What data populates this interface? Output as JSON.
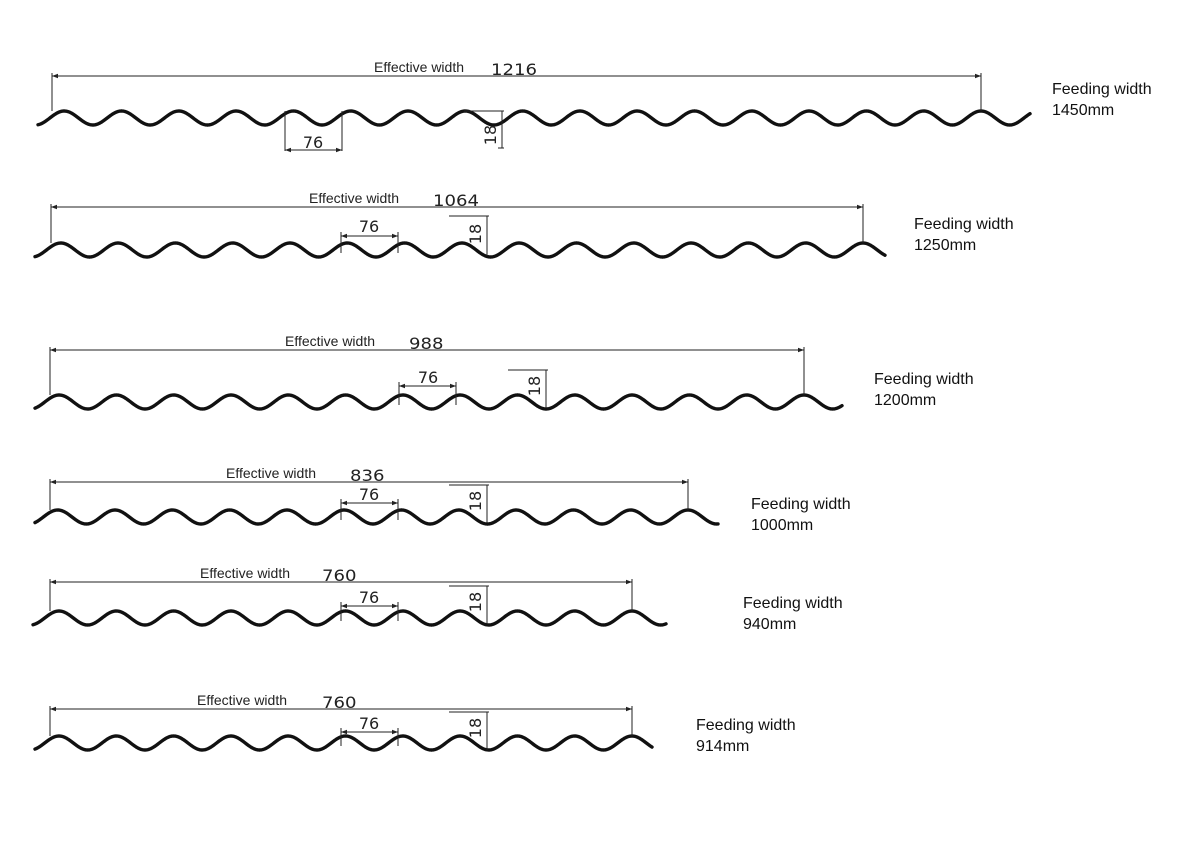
{
  "profiles": [
    {
      "effective_label": "Effective width",
      "effective_value": "1216",
      "pitch": "76",
      "height": "18",
      "feeding_label": "Feeding width",
      "feeding_value": "1450mm"
    },
    {
      "effective_label": "Effective width",
      "effective_value": "1064",
      "pitch": "76",
      "height": "18",
      "feeding_label": "Feeding width",
      "feeding_value": "1250mm"
    },
    {
      "effective_label": "Effective width",
      "effective_value": "988",
      "pitch": "76",
      "height": "18",
      "feeding_label": "Feeding width",
      "feeding_value": "1200mm"
    },
    {
      "effective_label": "Effective width",
      "effective_value": "836",
      "pitch": "76",
      "height": "18",
      "feeding_label": "Feeding width",
      "feeding_value": "1000mm"
    },
    {
      "effective_label": "Effective width",
      "effective_value": "760",
      "pitch": "76",
      "height": "18",
      "feeding_label": "Feeding width",
      "feeding_value": "940mm"
    },
    {
      "effective_label": "Effective width",
      "effective_value": "760",
      "pitch": "76",
      "height": "18",
      "feeding_label": "Feeding width",
      "feeding_value": "914mm"
    }
  ]
}
